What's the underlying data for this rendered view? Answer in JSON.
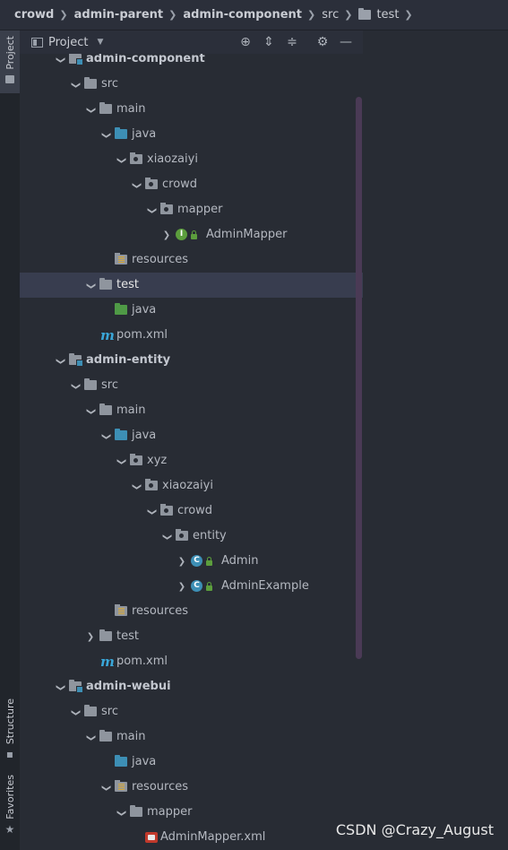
{
  "breadcrumb": [
    {
      "label": "crowd",
      "bold": true
    },
    {
      "label": "admin-parent",
      "bold": true
    },
    {
      "label": "admin-component",
      "bold": true
    },
    {
      "label": "src",
      "bold": false
    },
    {
      "label": "test",
      "bold": false,
      "folder": true
    }
  ],
  "side_tabs": {
    "project": "Project",
    "structure": "Structure",
    "favorites": "Favorites"
  },
  "panel": {
    "title": "Project"
  },
  "tree": [
    {
      "label": "admin-component",
      "depth": 0,
      "arrow": "down",
      "icon": "module-folder",
      "bold": true
    },
    {
      "label": "src",
      "depth": 1,
      "arrow": "down",
      "icon": "folder"
    },
    {
      "label": "main",
      "depth": 2,
      "arrow": "down",
      "icon": "folder"
    },
    {
      "label": "java",
      "depth": 3,
      "arrow": "down",
      "icon": "source-folder"
    },
    {
      "label": "xiaozaiyi",
      "depth": 4,
      "arrow": "down",
      "icon": "package"
    },
    {
      "label": "crowd",
      "depth": 5,
      "arrow": "down",
      "icon": "package"
    },
    {
      "label": "mapper",
      "depth": 6,
      "arrow": "down",
      "icon": "package"
    },
    {
      "label": "AdminMapper",
      "depth": 7,
      "arrow": "right",
      "icon": "interface"
    },
    {
      "label": "resources",
      "depth": 3,
      "arrow": "none",
      "icon": "resources-folder"
    },
    {
      "label": "test",
      "depth": 2,
      "arrow": "down",
      "icon": "folder",
      "selected": true
    },
    {
      "label": "java",
      "depth": 3,
      "arrow": "none",
      "icon": "test-folder"
    },
    {
      "label": "pom.xml",
      "depth": 2,
      "arrow": "none",
      "icon": "maven"
    },
    {
      "label": "admin-entity",
      "depth": 0,
      "arrow": "down",
      "icon": "module-folder",
      "bold": true
    },
    {
      "label": "src",
      "depth": 1,
      "arrow": "down",
      "icon": "folder"
    },
    {
      "label": "main",
      "depth": 2,
      "arrow": "down",
      "icon": "folder"
    },
    {
      "label": "java",
      "depth": 3,
      "arrow": "down",
      "icon": "source-folder"
    },
    {
      "label": "xyz",
      "depth": 4,
      "arrow": "down",
      "icon": "package"
    },
    {
      "label": "xiaozaiyi",
      "depth": 5,
      "arrow": "down",
      "icon": "package"
    },
    {
      "label": "crowd",
      "depth": 6,
      "arrow": "down",
      "icon": "package"
    },
    {
      "label": "entity",
      "depth": 7,
      "arrow": "down",
      "icon": "package"
    },
    {
      "label": "Admin",
      "depth": 8,
      "arrow": "right",
      "icon": "class"
    },
    {
      "label": "AdminExample",
      "depth": 8,
      "arrow": "right",
      "icon": "class"
    },
    {
      "label": "resources",
      "depth": 3,
      "arrow": "none",
      "icon": "resources-folder"
    },
    {
      "label": "test",
      "depth": 2,
      "arrow": "right",
      "icon": "folder"
    },
    {
      "label": "pom.xml",
      "depth": 2,
      "arrow": "none",
      "icon": "maven"
    },
    {
      "label": "admin-webui",
      "depth": 0,
      "arrow": "down",
      "icon": "module-folder",
      "bold": true
    },
    {
      "label": "src",
      "depth": 1,
      "arrow": "down",
      "icon": "folder"
    },
    {
      "label": "main",
      "depth": 2,
      "arrow": "down",
      "icon": "folder"
    },
    {
      "label": "java",
      "depth": 3,
      "arrow": "none",
      "icon": "source-folder"
    },
    {
      "label": "resources",
      "depth": 3,
      "arrow": "down",
      "icon": "resources-folder"
    },
    {
      "label": "mapper",
      "depth": 4,
      "arrow": "down",
      "icon": "folder"
    },
    {
      "label": "AdminMapper.xml",
      "depth": 5,
      "arrow": "none",
      "icon": "xml-file"
    }
  ],
  "icon_letters": {
    "interface": "I",
    "class": "C"
  },
  "watermark": "CSDN @Crazy_August"
}
